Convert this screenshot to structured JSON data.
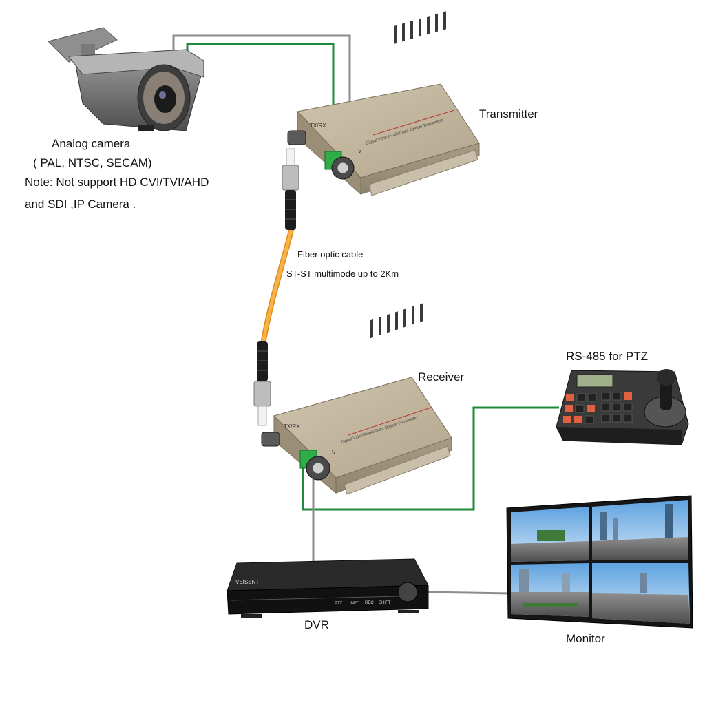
{
  "labels": {
    "camera_title": "Analog camera",
    "camera_formats": "( PAL, NTSC, SECAM)",
    "camera_note_line1": "Note: Not support HD CVI/TVI/AHD",
    "camera_note_line2": "and SDI ,IP Camera .",
    "transmitter": "Transmitter",
    "fiber_line1": "Fiber optic cable",
    "fiber_line2": "ST-ST multimode up to 2Km",
    "receiver": "Receiver",
    "ptz": "RS-485 for PTZ",
    "dvr": "DVR",
    "monitor": "Monitor"
  },
  "device_text": {
    "tx_port_label": "TX/RX",
    "video_port_label": "V",
    "unit_caption": "Digital Video/Audio/Data Optical Transmitter",
    "dvr_brand": "VEISENT",
    "dvr_buttons": [
      "PTZ",
      "INFO",
      "REC",
      "SHIFT"
    ]
  },
  "colors": {
    "green_wire": "#1f8a3c",
    "gray_wire": "#8c8c8c",
    "fiber": "#f4a530",
    "unit_body": "#b9ad96"
  }
}
